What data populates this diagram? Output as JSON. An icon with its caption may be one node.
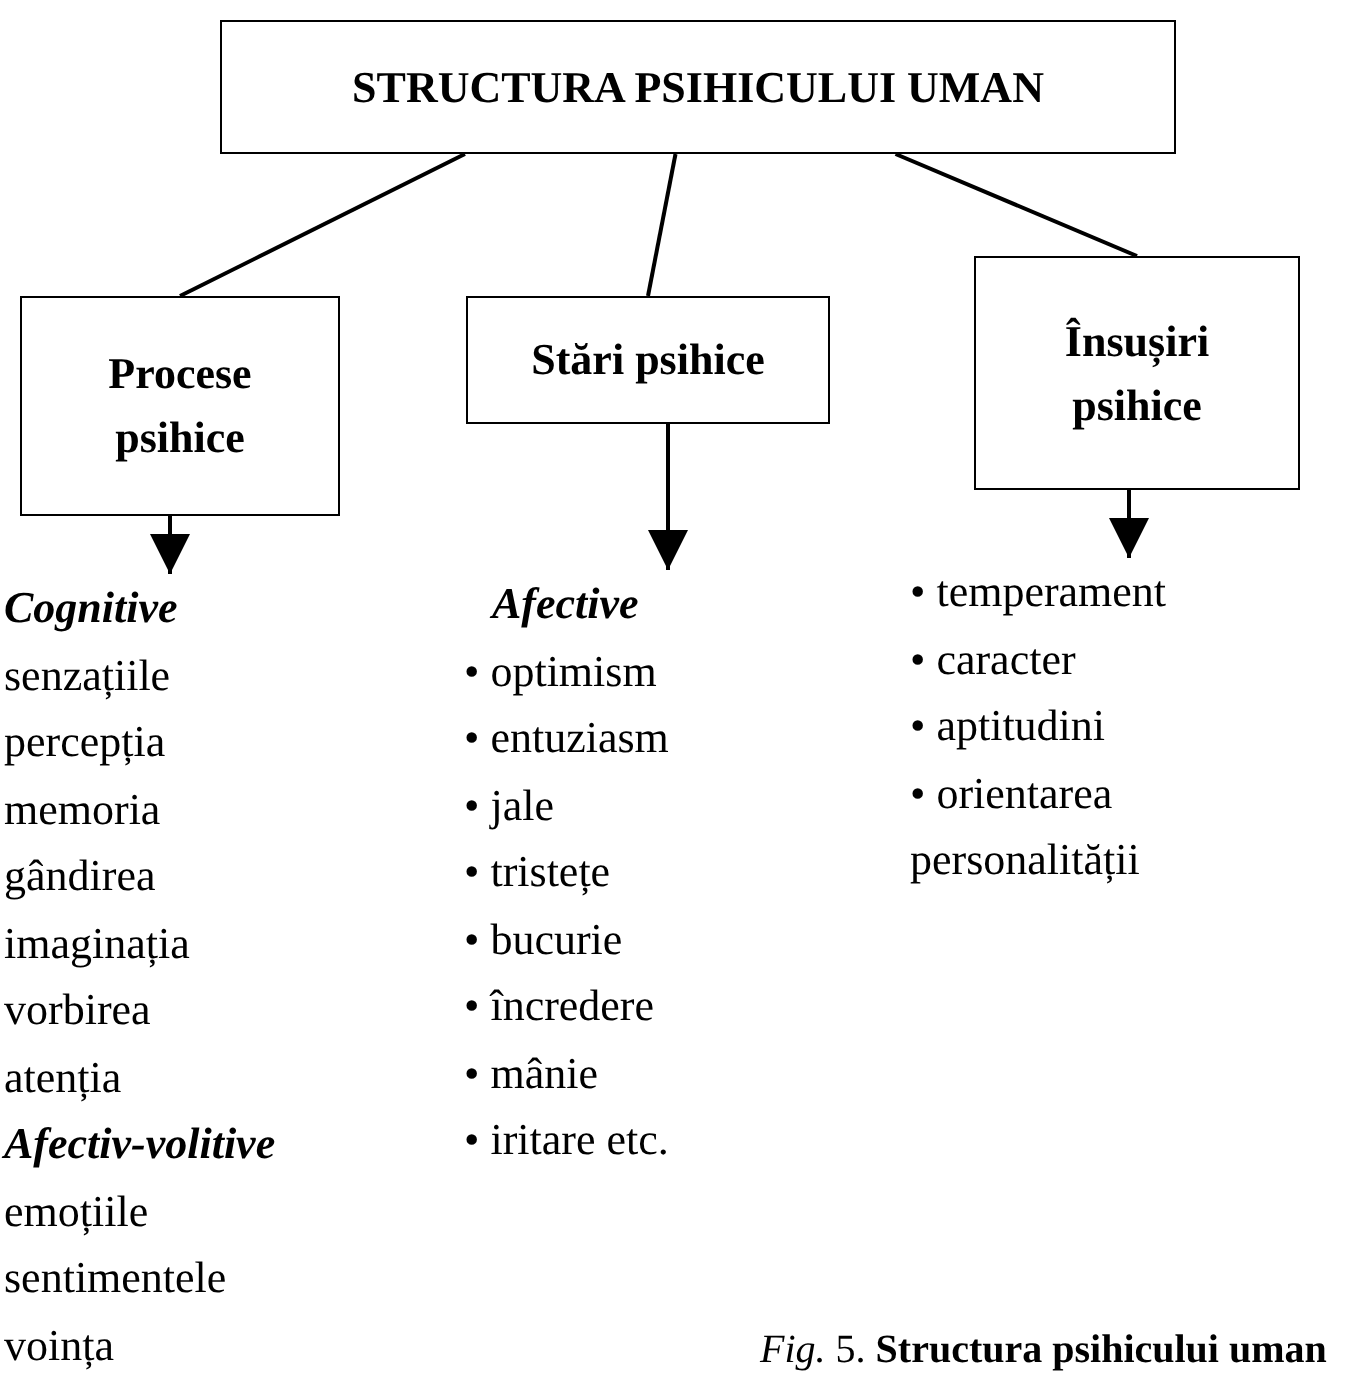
{
  "diagram": {
    "caption": "*Fig.* 5. **Structura psihicului uman**",
    "nodes": [
      {
        "text": [
          "STRUCTURA PSIHICULUI UMAN"
        ]
      },
      {
        "text": [
          "Procese psihice"
        ]
      },
      {
        "text": [
          "Stări psihice"
        ]
      },
      {
        "text": [
          "Însușiri psihice"
        ]
      },
      {
        "text": [
          "Cognitive",
          "senzațiile",
          "percepția",
          "memoria",
          "gândirea",
          "imaginația",
          "vorbirea",
          "atenția",
          "Afectiv-volitive",
          "emoțiile",
          "sentimentele",
          "voința"
        ]
      },
      {
        "text": [
          "Afective",
          "• optimism",
          "• entuziasm",
          "• jale",
          "• tristețe",
          "• bucurie",
          "• încredere",
          "• mânie",
          "• iritare etc."
        ]
      },
      {
        "text": [
          "• temperament",
          "• caracter",
          "• aptitudini",
          "• orientarea personalității"
        ]
      }
    ],
    "edges": [
      {
        "from": 0,
        "to": 1,
        "arrow": "none"
      },
      {
        "from": 0,
        "to": 2,
        "arrow": "none"
      },
      {
        "from": 0,
        "to": 3,
        "arrow": "none"
      },
      {
        "from": 1,
        "to": 4,
        "arrow": "to"
      },
      {
        "from": 2,
        "to": 5,
        "arrow": "to"
      },
      {
        "from": 3,
        "to": 6,
        "arrow": "to"
      }
    ]
  }
}
